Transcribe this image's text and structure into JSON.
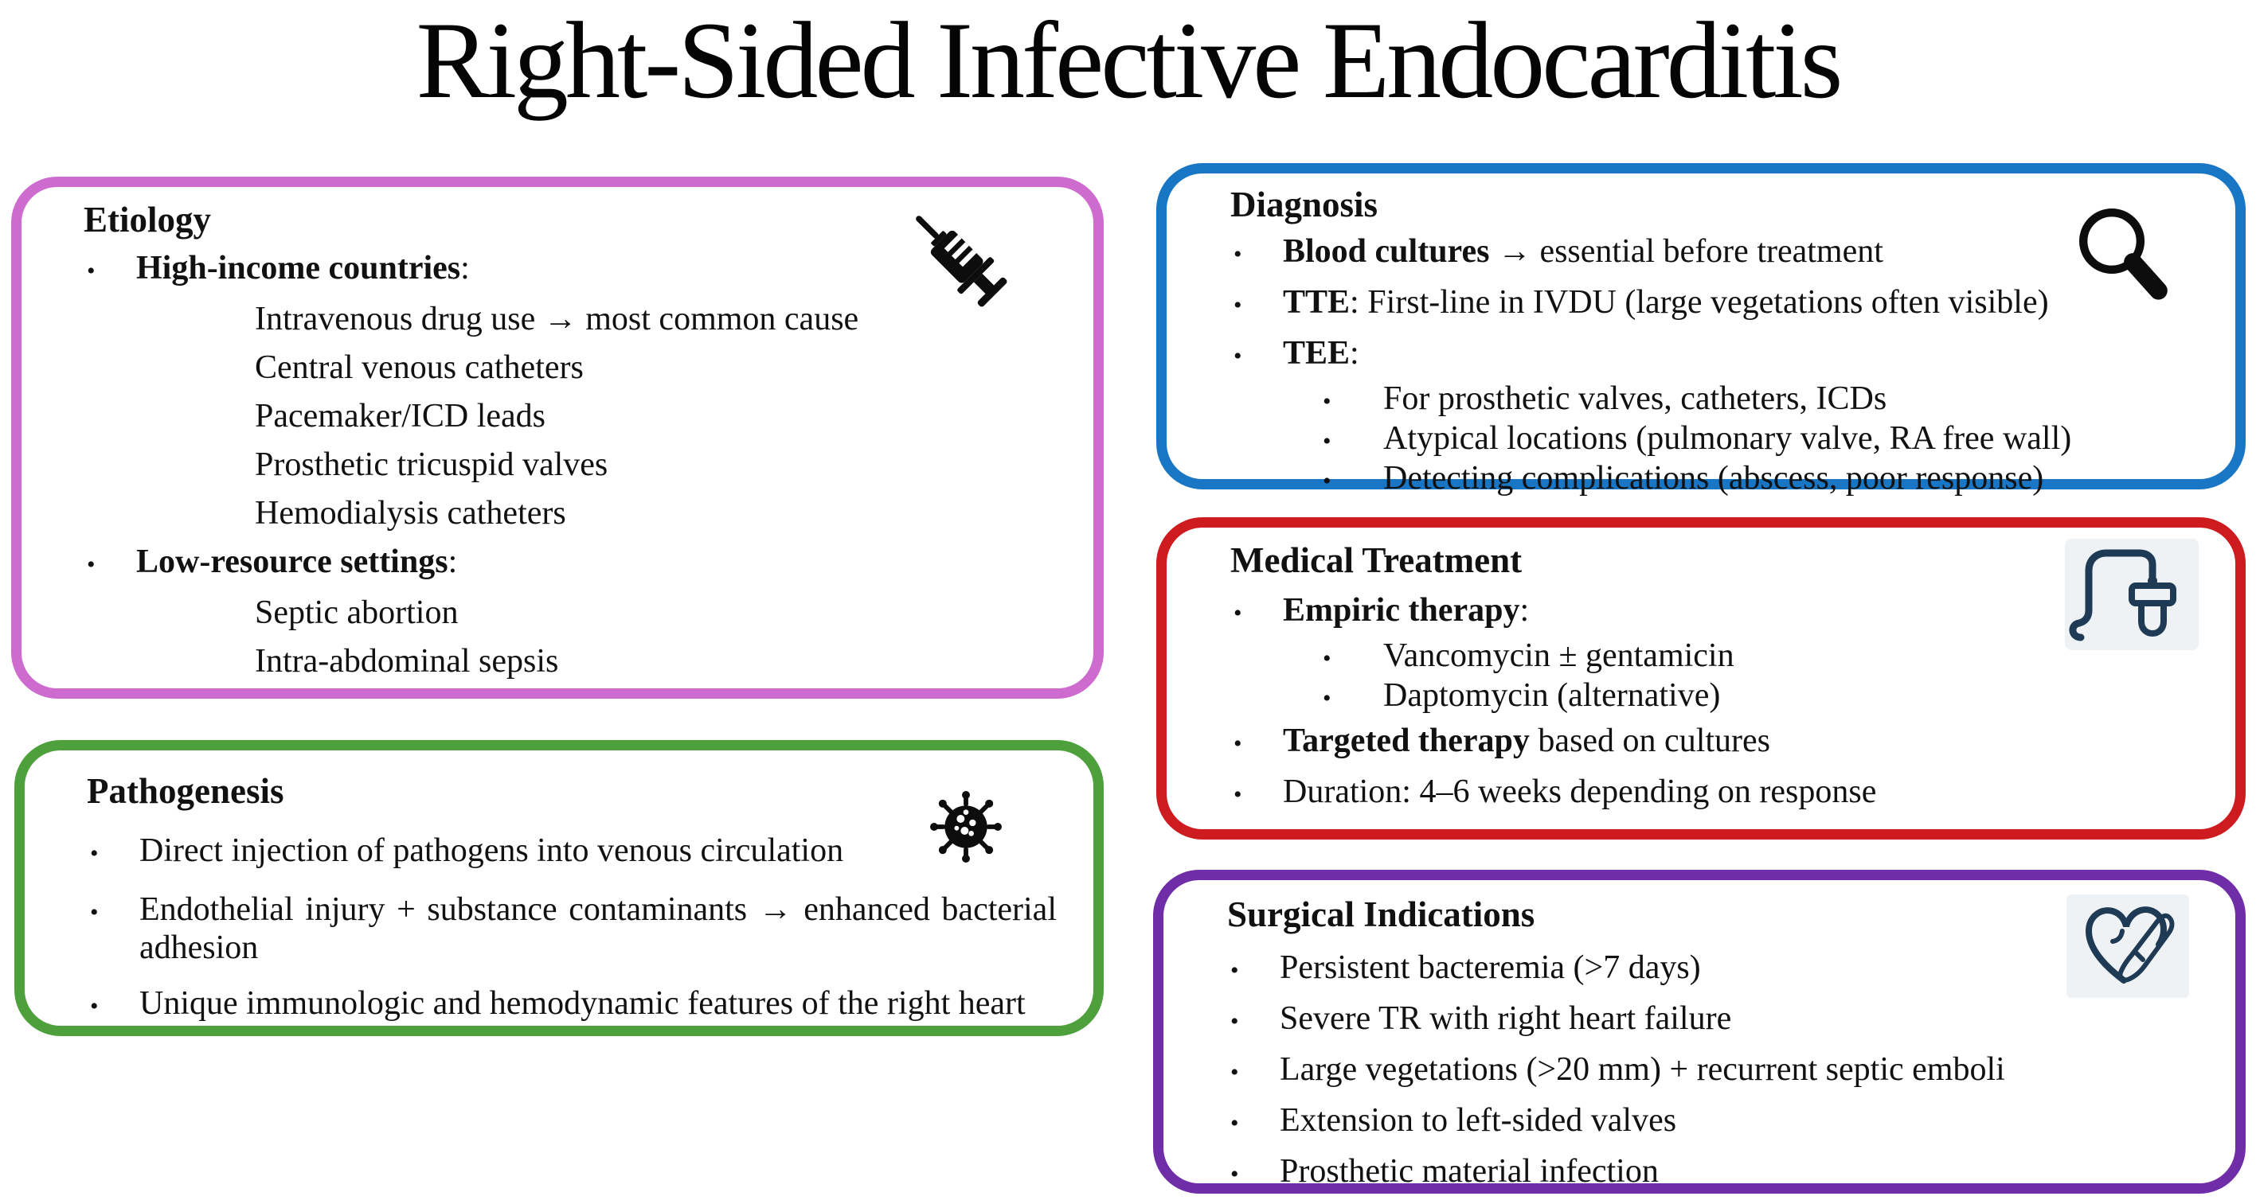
{
  "page_title": "Right-Sided Infective Endocarditis",
  "colors": {
    "etiology_accent": "#CE6BCE",
    "pathogenesis_accent": "#4DA03C",
    "diagnosis_accent": "#1976C5",
    "medical_accent": "#CE1B1F",
    "surgical_accent": "#6F2DA8",
    "icon_navy": "#1F3A55",
    "icon_background": "#EFF2F5",
    "text": "#111111",
    "background": "#FFFFFF"
  },
  "boxes": [
    {
      "id": "etiology",
      "title": "Etiology",
      "accent": "#CE6BCE",
      "icon": "syringe-icon",
      "items": [
        {
          "level": 1,
          "bullet": true,
          "segments": [
            {
              "text": "High-income countries",
              "bold": true
            },
            {
              "text": ":"
            }
          ]
        },
        {
          "level": 2,
          "bullet": false,
          "segments": [
            {
              "text": "Intravenous drug use → most common cause"
            }
          ]
        },
        {
          "level": 2,
          "bullet": false,
          "segments": [
            {
              "text": "Central venous catheters"
            }
          ]
        },
        {
          "level": 2,
          "bullet": false,
          "segments": [
            {
              "text": "Pacemaker/ICD leads"
            }
          ]
        },
        {
          "level": 2,
          "bullet": false,
          "segments": [
            {
              "text": "Prosthetic tricuspid valves"
            }
          ]
        },
        {
          "level": 2,
          "bullet": false,
          "segments": [
            {
              "text": "Hemodialysis catheters"
            }
          ]
        },
        {
          "level": 1,
          "bullet": true,
          "segments": [
            {
              "text": "Low-resource settings",
              "bold": true
            },
            {
              "text": ":"
            }
          ]
        },
        {
          "level": 2,
          "bullet": false,
          "segments": [
            {
              "text": "Septic abortion"
            }
          ]
        },
        {
          "level": 2,
          "bullet": false,
          "segments": [
            {
              "text": "Intra-abdominal sepsis"
            }
          ]
        }
      ]
    },
    {
      "id": "pathogenesis",
      "title": "Pathogenesis",
      "accent": "#4DA03C",
      "icon": "virus-icon",
      "items": [
        {
          "level": 1,
          "bullet": true,
          "segments": [
            {
              "text": "Direct injection of pathogens into venous circulation"
            }
          ]
        },
        {
          "level": 1,
          "bullet": true,
          "justify": true,
          "segments": [
            {
              "text": "Endothelial injury + substance contaminants → enhanced bacterial adhesion"
            }
          ]
        },
        {
          "level": 1,
          "bullet": true,
          "segments": [
            {
              "text": "Unique immunologic and hemodynamic features of the right heart"
            }
          ]
        }
      ]
    },
    {
      "id": "diagnosis",
      "title": "Diagnosis",
      "accent": "#1976C5",
      "icon": "magnifier-icon",
      "items": [
        {
          "level": 1,
          "bullet": true,
          "segments": [
            {
              "text": "Blood cultures",
              "bold": true
            },
            {
              "text": " → essential before treatment"
            }
          ]
        },
        {
          "level": 1,
          "bullet": true,
          "segments": [
            {
              "text": "TTE",
              "bold": true
            },
            {
              "text": ": First-line in IVDU (large vegetations often visible)"
            }
          ]
        },
        {
          "level": 1,
          "bullet": true,
          "segments": [
            {
              "text": "TEE",
              "bold": true
            },
            {
              "text": ":"
            }
          ]
        },
        {
          "level": 2,
          "bullet": true,
          "segments": [
            {
              "text": "For prosthetic valves, catheters, ICDs"
            }
          ]
        },
        {
          "level": 2,
          "bullet": true,
          "segments": [
            {
              "text": "Atypical locations (pulmonary valve, RA free wall)"
            }
          ]
        },
        {
          "level": 2,
          "bullet": true,
          "segments": [
            {
              "text": "Detecting complications (abscess, poor response)"
            }
          ]
        }
      ]
    },
    {
      "id": "medical",
      "title": "Medical Treatment",
      "accent": "#CE1B1F",
      "icon": "iv-line-icon",
      "items": [
        {
          "level": 1,
          "bullet": true,
          "segments": [
            {
              "text": "Empiric therapy",
              "bold": true
            },
            {
              "text": ":"
            }
          ]
        },
        {
          "level": 2,
          "bullet": true,
          "segments": [
            {
              "text": "Vancomycin ± gentamicin"
            }
          ]
        },
        {
          "level": 2,
          "bullet": true,
          "segments": [
            {
              "text": "Daptomycin (alternative)"
            }
          ]
        },
        {
          "level": 1,
          "bullet": true,
          "segments": [
            {
              "text": "Targeted therapy",
              "bold": true
            },
            {
              "text": " based on cultures"
            }
          ]
        },
        {
          "level": 1,
          "bullet": true,
          "segments": [
            {
              "text": "Duration: 4–6 weeks depending on response"
            }
          ]
        }
      ]
    },
    {
      "id": "surgical",
      "title": "Surgical Indications",
      "accent": "#6F2DA8",
      "icon": "heart-scalpel-icon",
      "items": [
        {
          "level": 1,
          "bullet": true,
          "segments": [
            {
              "text": "Persistent bacteremia (>7 days)"
            }
          ]
        },
        {
          "level": 1,
          "bullet": true,
          "segments": [
            {
              "text": "Severe TR with right heart failure"
            }
          ]
        },
        {
          "level": 1,
          "bullet": true,
          "segments": [
            {
              "text": "Large vegetations (>20 mm) + recurrent septic emboli"
            }
          ]
        },
        {
          "level": 1,
          "bullet": true,
          "segments": [
            {
              "text": "Extension to left-sided valves"
            }
          ]
        },
        {
          "level": 1,
          "bullet": true,
          "segments": [
            {
              "text": "Prosthetic material infection"
            }
          ]
        }
      ]
    }
  ]
}
